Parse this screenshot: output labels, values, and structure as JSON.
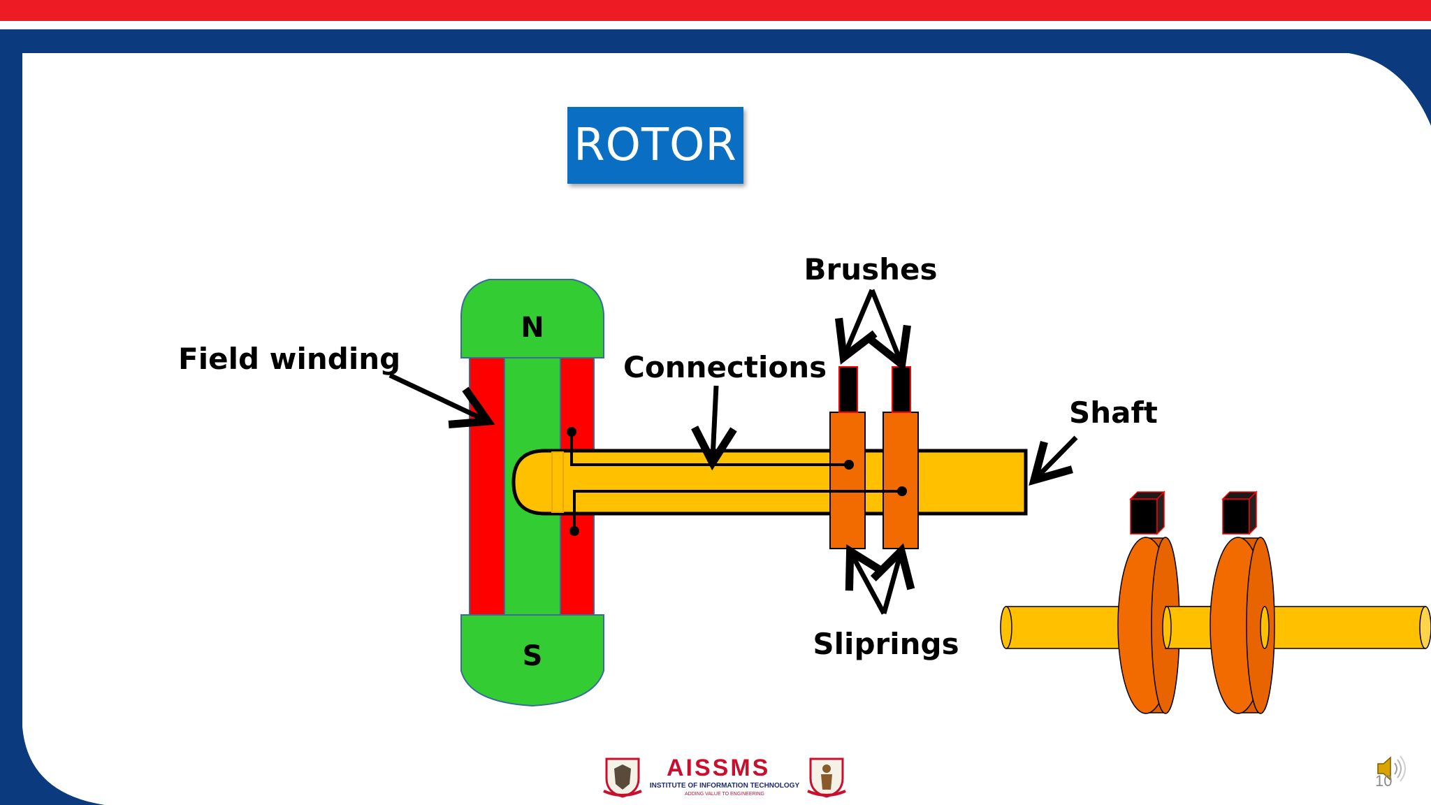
{
  "slide": {
    "title": "ROTOR",
    "page_number": "10"
  },
  "diagram": {
    "pole_north": "N",
    "pole_south": "S",
    "labels": {
      "field_winding": "Field winding",
      "connections": "Connections",
      "brushes": "Brushes",
      "shaft": "Shaft",
      "sliprings": "Sliprings"
    }
  },
  "logo": {
    "name": "AISSMS",
    "subtitle": "INSTITUTE OF INFORMATION TECHNOLOGY",
    "tagline": "ADDING VALUE TO ENGINEERING"
  },
  "colors": {
    "header_red": "#ed1c24",
    "frame_navy": "#0b3a7e",
    "title_blue": "#0a6fc2",
    "pole_green": "#33cc33",
    "winding_red": "#ff0000",
    "shaft_yellow": "#ffc000",
    "slipring_orange": "#f26b00",
    "brush_black": "#000000"
  },
  "icons": [
    "speaker-icon",
    "crest-icon-left",
    "crest-icon-right"
  ]
}
